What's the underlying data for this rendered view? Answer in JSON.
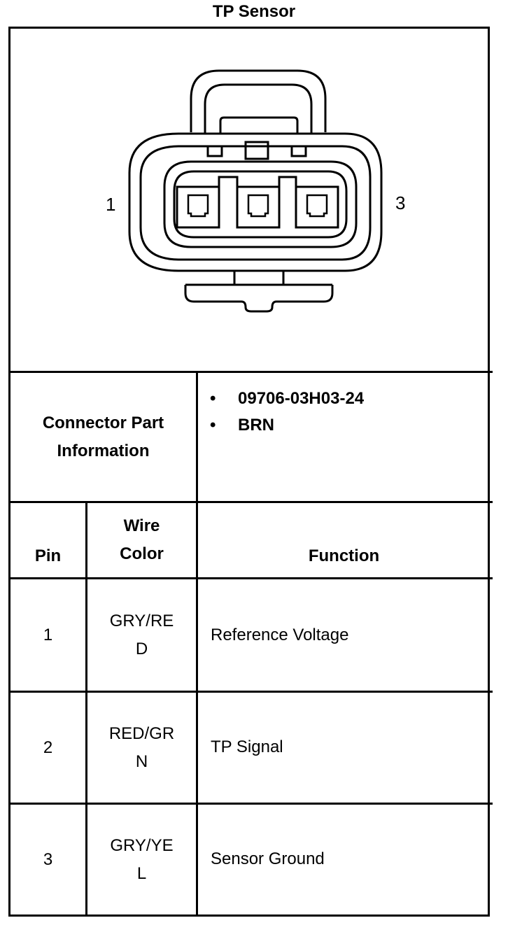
{
  "header": {
    "title": "TP Sensor"
  },
  "diagram": {
    "pin_left_label": "1",
    "pin_right_label": "3"
  },
  "connector_info": {
    "label": "Connector Part Information",
    "items": [
      "09706-03H03-24",
      "BRN"
    ]
  },
  "table": {
    "headers": {
      "pin": "Pin",
      "wire_color": "Wire Color",
      "function": "Function"
    },
    "rows": [
      {
        "pin": "1",
        "wire_color": "GRY/RED",
        "function": "Reference Voltage"
      },
      {
        "pin": "2",
        "wire_color": "RED/GRN",
        "function": "TP Signal"
      },
      {
        "pin": "3",
        "wire_color": "GRY/YEL",
        "function": "Sensor Ground"
      }
    ]
  }
}
